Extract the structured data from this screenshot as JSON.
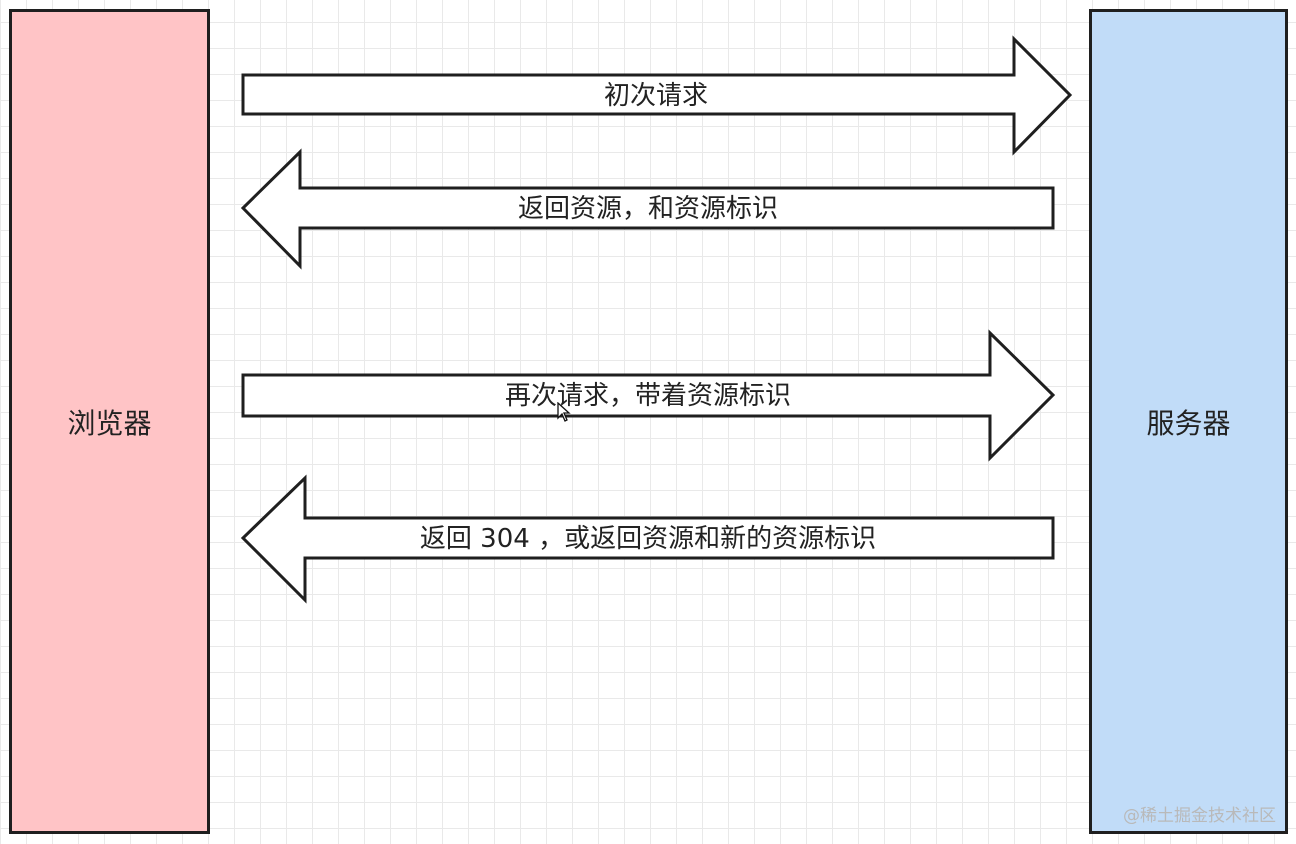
{
  "actors": {
    "browser": "浏览器",
    "server": "服务器"
  },
  "messages": [
    {
      "direction": "right",
      "label": "初次请求"
    },
    {
      "direction": "left",
      "label": "返回资源，和资源标识"
    },
    {
      "direction": "right",
      "label": "再次请求，带着资源标识"
    },
    {
      "direction": "left",
      "label": "返回 304 ，或返回资源和新的资源标识"
    }
  ],
  "watermark": "@稀土掘金技术社区",
  "colors": {
    "browser_fill": "#ffc4c6",
    "server_fill": "#c1dcf8",
    "outline": "#1f1f1f",
    "grid": "#e9e9e9"
  }
}
